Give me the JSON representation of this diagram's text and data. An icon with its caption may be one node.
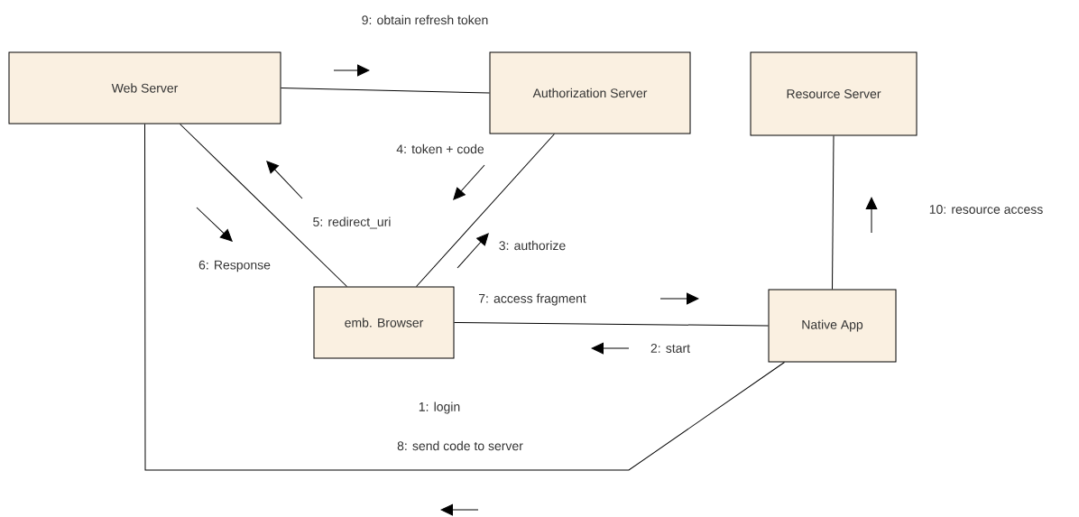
{
  "diagram": {
    "nodes": [
      {
        "text": [
          "Web Server"
        ]
      },
      {
        "text": [
          "Authorization Server"
        ]
      },
      {
        "text": [
          "Resource Server"
        ]
      },
      {
        "text": [
          "emb. Browser"
        ]
      },
      {
        "text": [
          "Native App"
        ]
      }
    ],
    "edges": [
      {
        "from": 0,
        "to": 1,
        "arrow": "none"
      },
      {
        "from": 0,
        "to": 3,
        "arrow": "none"
      },
      {
        "from": 1,
        "to": 3,
        "arrow": "none"
      },
      {
        "from": 2,
        "to": 4,
        "arrow": "none"
      },
      {
        "from": 3,
        "to": 4,
        "arrow": "none"
      },
      {
        "from": 0,
        "to": 4,
        "arrow": "none"
      }
    ],
    "labels": [
      "9: obtain refresh token",
      "4: token + code",
      "5: redirect_uri",
      "10: resource access",
      "3: authorize",
      "6: Response",
      "7: access fragment",
      "2: start",
      "1: login",
      "8: send code to server"
    ]
  }
}
